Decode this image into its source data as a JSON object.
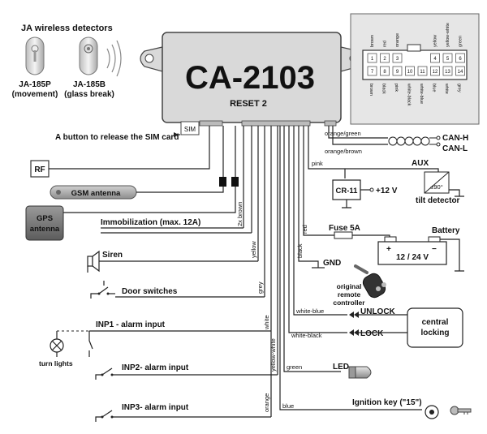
{
  "detectors": {
    "title": "JA wireless detectors",
    "left_model": "JA-185P",
    "left_desc": "(movement)",
    "right_model": "JA-185B",
    "right_desc": "(glass break)"
  },
  "unit": {
    "model": "CA-2103",
    "reset": "RESET 2",
    "sim": "SIM"
  },
  "connector": {
    "top_labels": [
      "brown",
      "red",
      "orange",
      "",
      "",
      "yellow",
      "yellow-white",
      "green"
    ],
    "bottom_labels": [
      "brown",
      "black",
      "pink",
      "white-black",
      "white-blue",
      "blue",
      "white",
      "grey"
    ],
    "top_pins": [
      "1",
      "2",
      "3",
      "",
      "",
      "4",
      "5",
      "6"
    ],
    "bottom_pins": [
      "7",
      "8",
      "9",
      "10",
      "11",
      "12",
      "13",
      "14"
    ]
  },
  "left": {
    "sim_button": "A button to release the SIM card",
    "rf": "RF",
    "gsm": "GSM antenna",
    "gps_line1": "GPS",
    "gps_line2": "antenna",
    "immobilization": "Immobilization (max. 12A)",
    "siren": "Siren",
    "door": "Door switches",
    "inp1": "INP1 - alarm input",
    "turn_lights": "turn lights",
    "inp2": "INP2- alarm input",
    "inp3": "INP3- alarm input"
  },
  "wires": {
    "brown2x": "2x brown",
    "yellow": "yellow",
    "grey": "grey",
    "white": "white",
    "yellow_white": "yellow-white",
    "orange": "orange",
    "blue": "blue",
    "green": "green",
    "white_black": "white-black",
    "white_blue": "white-blue",
    "black": "black",
    "red": "red",
    "pink": "pink",
    "orange_green": "orange/green",
    "orange_brown": "orange/brown"
  },
  "right": {
    "can_h": "CAN-H",
    "can_l": "CAN-L",
    "aux": "AUX",
    "cr11": "CR-11",
    "plus12": "+12 V",
    "tilt_value": "±90°",
    "tilt": "tilt detector",
    "fuse": "Fuse 5A",
    "battery": "Battery",
    "battery_voltage": "12 / 24 V",
    "gnd": "GND",
    "remote_l1": "original",
    "remote_l2": "remote",
    "remote_l3": "controller",
    "unlock": "UNLOCK",
    "lock": "LOCK",
    "central_l1": "central",
    "central_l2": "locking",
    "led": "LED",
    "ignition": "Ignition key (\"15\")"
  }
}
